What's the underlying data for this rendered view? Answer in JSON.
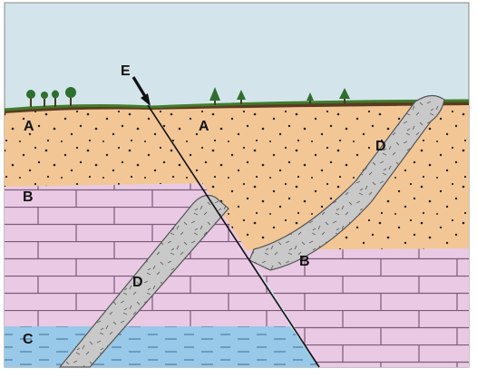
{
  "labels": {
    "fault_pointer": "E",
    "sand_left": "A",
    "sand_right": "A",
    "brick_left": "B",
    "brick_right": "B",
    "dike_upper": "D",
    "dike_lower": "D",
    "water": "C"
  },
  "colors": {
    "sky": "#d3e4ea",
    "ground_line": "#3f7d2a",
    "soil": "#5a3b22",
    "sandstone": "#f2c795",
    "limestone": "#eac9e4",
    "mortar": "#7a5a78",
    "water": "#99c9e8",
    "dike": "#c9c9c9",
    "dike_outline": "#555555",
    "fault": "#111111",
    "tree": "#2e6e2e"
  },
  "trees": [
    {
      "type": "broadleaf"
    },
    {
      "type": "broadleaf"
    },
    {
      "type": "broadleaf"
    },
    {
      "type": "broadleaf"
    },
    {
      "type": "conifer"
    },
    {
      "type": "conifer"
    },
    {
      "type": "conifer"
    },
    {
      "type": "conifer"
    }
  ]
}
